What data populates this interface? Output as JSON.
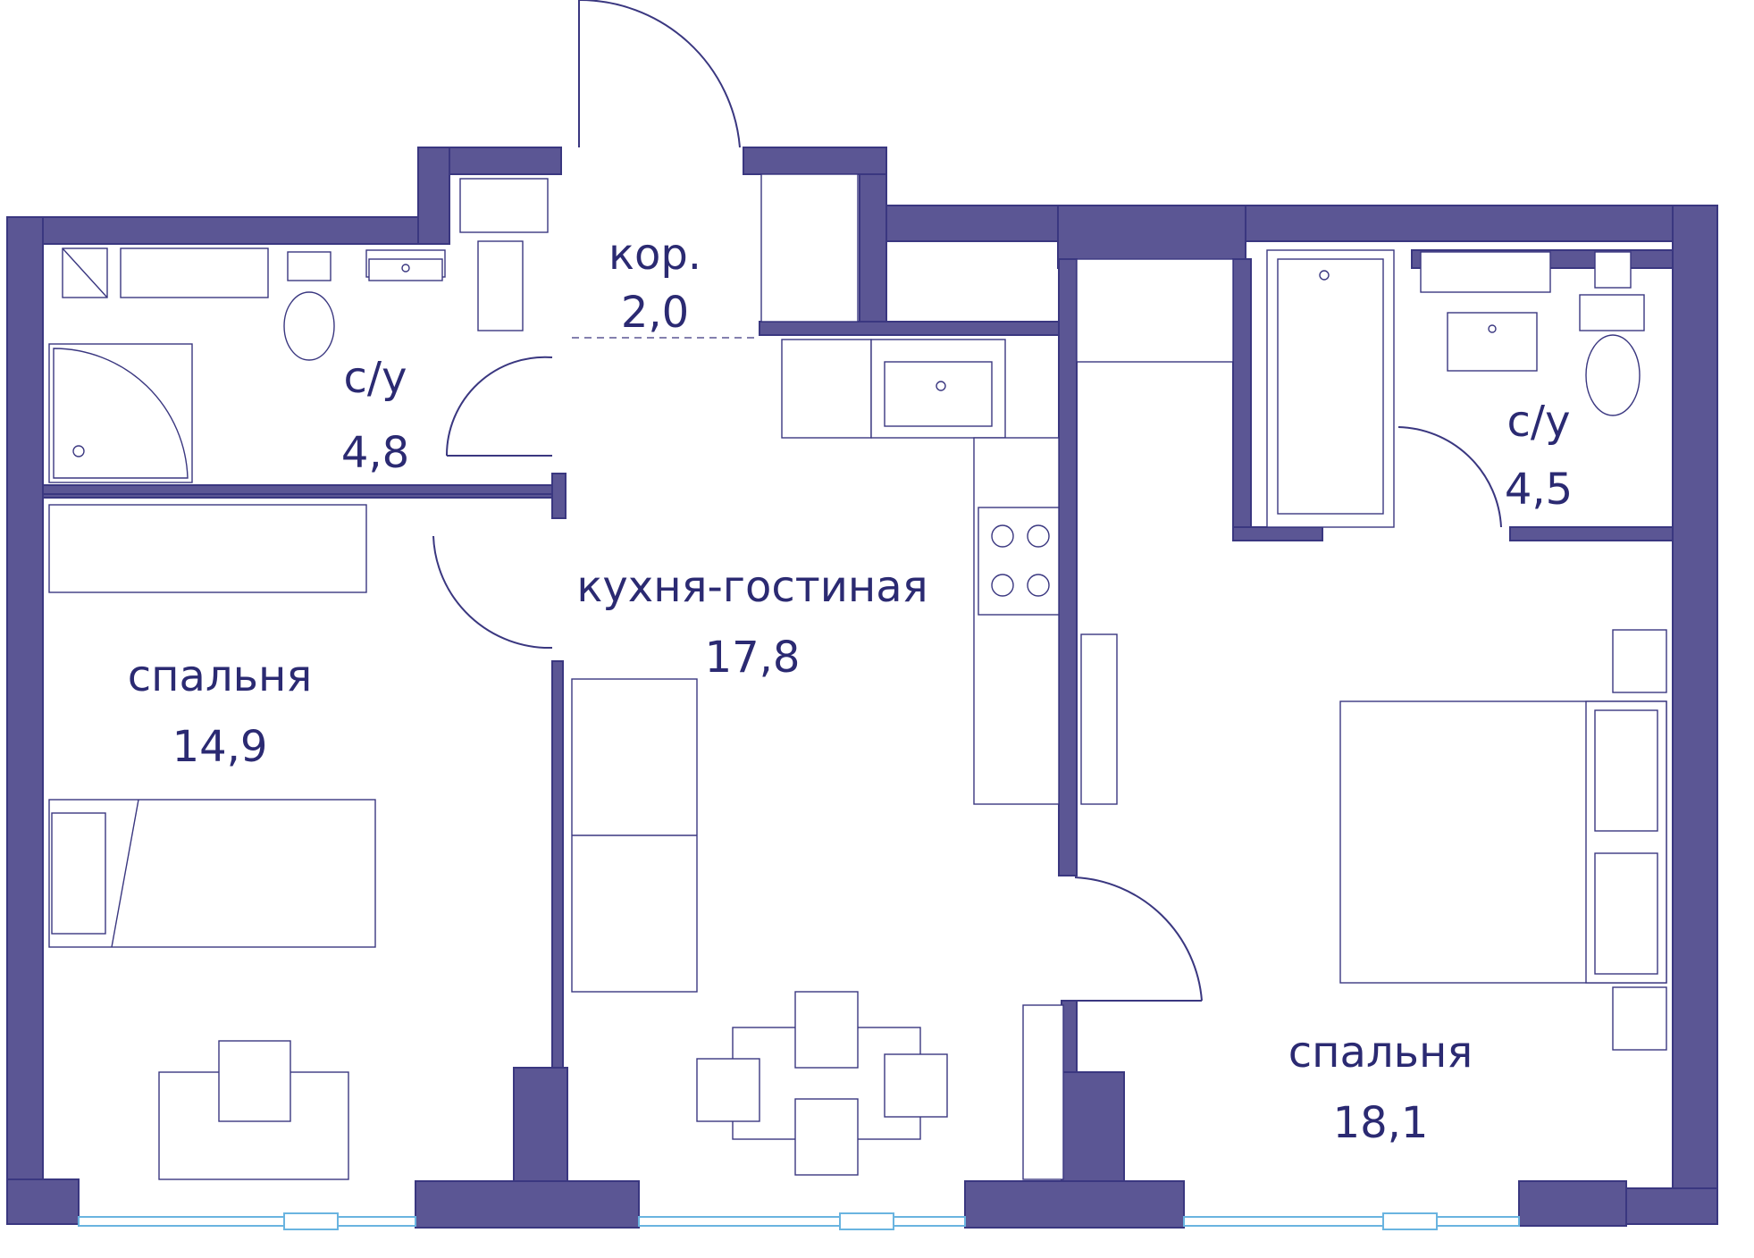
{
  "colors": {
    "wall": "#5b5694",
    "line": "#3a3780",
    "text": "#2b2a72",
    "window": "#6ab4e0"
  },
  "rooms": [
    {
      "id": "corridor",
      "name": "кор.",
      "area": "2,0"
    },
    {
      "id": "bath-left",
      "name": "с/у",
      "area": "4,8"
    },
    {
      "id": "bedroom-left",
      "name": "спальня",
      "area": "14,9"
    },
    {
      "id": "kitchen-living",
      "name": "кухня-гостиная",
      "area": "17,8"
    },
    {
      "id": "bath-right",
      "name": "с/у",
      "area": "4,5"
    },
    {
      "id": "bedroom-right",
      "name": "спальня",
      "area": "18,1"
    }
  ]
}
